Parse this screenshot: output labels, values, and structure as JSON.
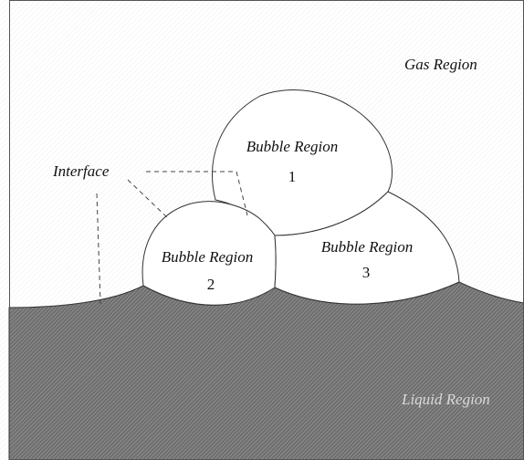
{
  "labels": {
    "gas_region": "Gas Region",
    "interface": "Interface",
    "liquid_region": "Liquid Region",
    "bubble_1": {
      "title": "Bubble Region",
      "number": "1"
    },
    "bubble_2": {
      "title": "Bubble Region",
      "number": "2"
    },
    "bubble_3": {
      "title": "Bubble Region",
      "number": "3"
    }
  },
  "colors": {
    "frame": "#555555",
    "outline": "#333333",
    "liquid_fill": "#6f6f6f",
    "gas_fill": "#ffffff",
    "leader_line": "#444444"
  }
}
